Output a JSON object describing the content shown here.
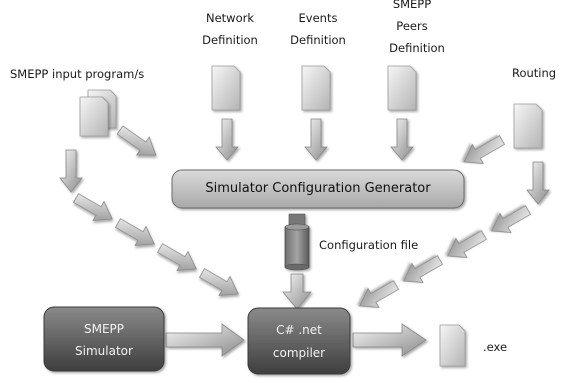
{
  "labels": {
    "smepp_input": "SMEPP input program/s",
    "network_def_1": "Network",
    "network_def_2": "Definition",
    "events_def_1": "Events",
    "events_def_2": "Definition",
    "peers_def_1": "SMEPP",
    "peers_def_2": "Peers",
    "peers_def_3": "Definition",
    "routing": "Routing",
    "config_file": "Configuration file",
    "exe": ".exe"
  },
  "boxes": {
    "generator": "Simulator Configuration Generator",
    "simulator_1": "SMEPP",
    "simulator_2": "Simulator",
    "compiler_1": "C# .net",
    "compiler_2": "compiler"
  },
  "colors": {
    "arrow_light": "#f2f2f2",
    "arrow_dark": "#8c8c8c",
    "box_generator": "#c4c4c4",
    "box_dark": "#5a5a5a",
    "doc_light": "#f4f4f4",
    "doc_dark": "#b6b6b6"
  },
  "icons": {
    "document": "document-icon",
    "config_file": "configuration-file-cylinder-icon"
  }
}
